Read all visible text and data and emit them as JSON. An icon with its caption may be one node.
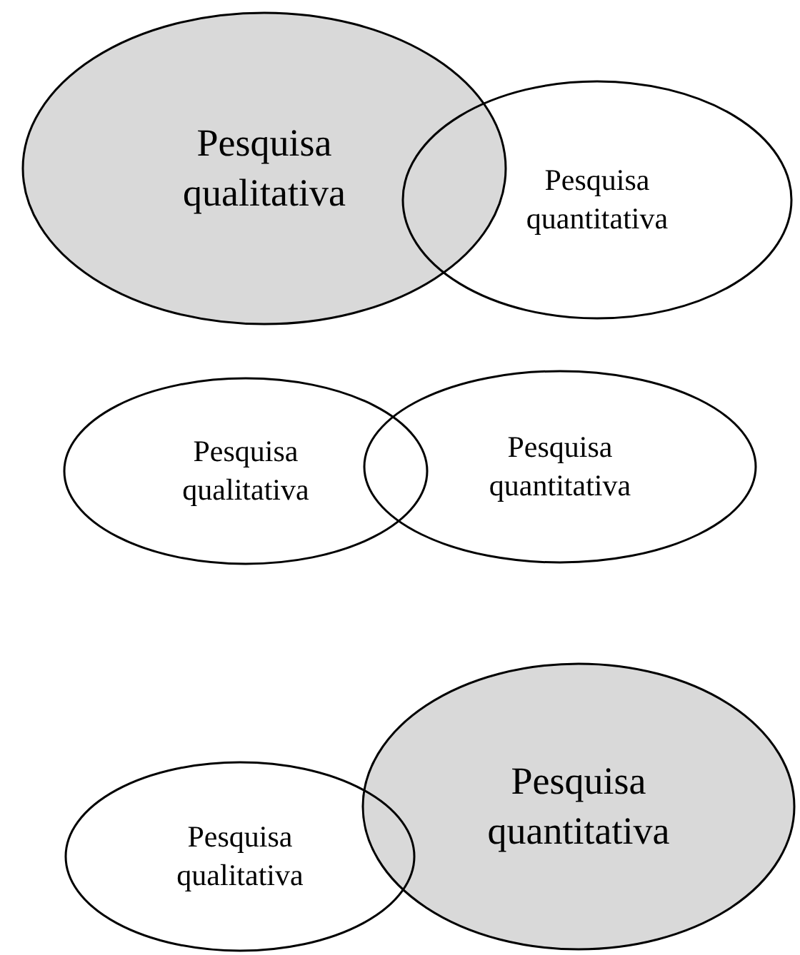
{
  "diagram": {
    "nodes": [
      {
        "text": [
          "Pesquisa qualitativa"
        ]
      },
      {
        "text": [
          "Pesquisa quantitativa"
        ]
      },
      {
        "text": [
          "Pesquisa qualitativa"
        ]
      },
      {
        "text": [
          "Pesquisa quantitativa"
        ]
      },
      {
        "text": [
          "Pesquisa qualitativa"
        ]
      },
      {
        "text": [
          "Pesquisa quantitativa"
        ]
      }
    ]
  }
}
